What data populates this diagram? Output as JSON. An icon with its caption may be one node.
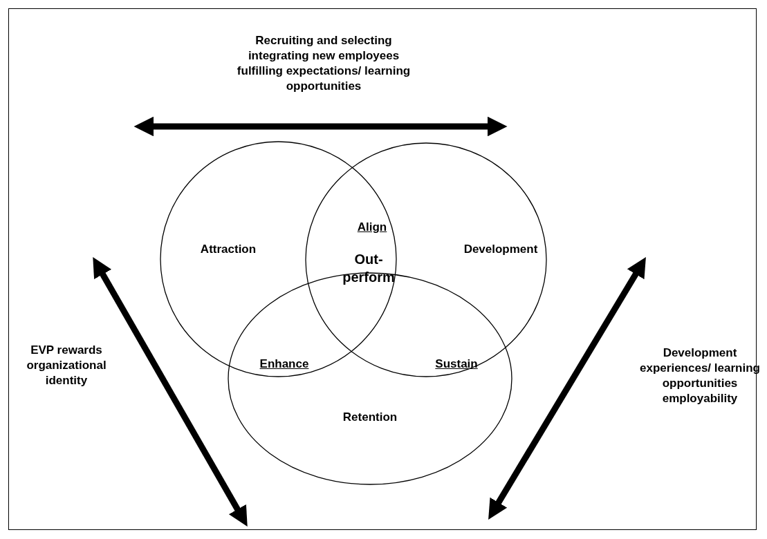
{
  "diagram": {
    "nodes": [
      {
        "text": [
          "Attraction"
        ]
      },
      {
        "text": [
          "Development"
        ]
      },
      {
        "text": [
          "Retention"
        ]
      }
    ],
    "labels": [
      "Recruiting and selecting integrating new employees fulfilling expectations/ learning opportunities",
      "Align",
      "Out-perform",
      "Enhance",
      "Sustain",
      "EVP rewards organizational identity",
      "Development experiences/ learning opportunities employability"
    ]
  }
}
